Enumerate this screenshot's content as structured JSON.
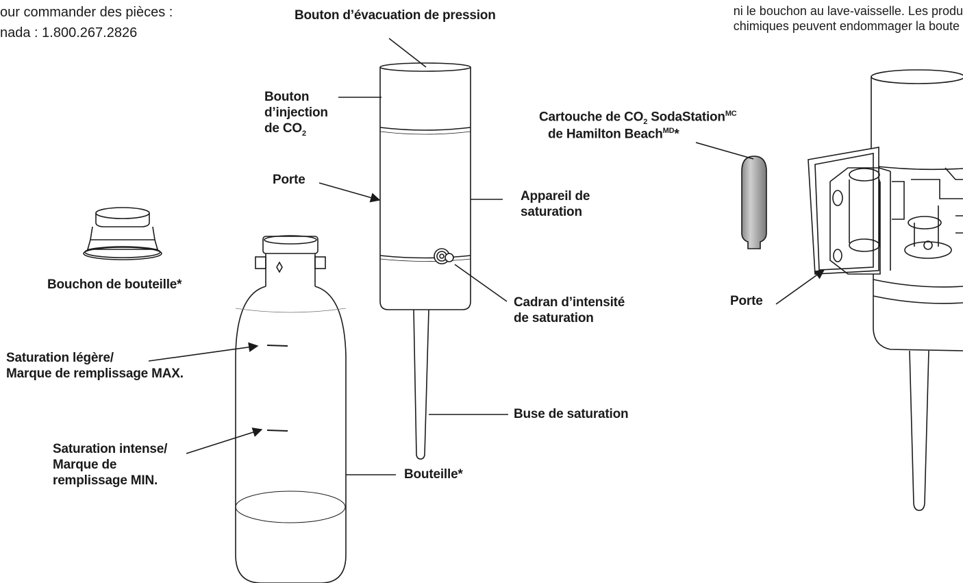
{
  "order_info": {
    "line1": "our commander des pièces :",
    "line2": "nada : 1.800.267.2826"
  },
  "notice": {
    "line1": "ni le bouchon au lave-vaisselle. Les produ",
    "line2": "chimiques peuvent endommager la boute"
  },
  "labels": {
    "pressure_release_button": "Bouton d’évacuation de pression",
    "co2_injection_button": [
      "Bouton",
      "d’injection",
      "de CO"
    ],
    "co2_sub": "2",
    "door_left": "Porte",
    "carbonator": [
      "Appareil de",
      "saturation"
    ],
    "intensity_dial": [
      "Cadran d’intensité",
      "de saturation"
    ],
    "nozzle": "Buse de saturation",
    "bottle": "Bouteille*",
    "bottle_cap": "Bouchon de bouteille*",
    "light_carbonation": [
      "Saturation légère/",
      "Marque de remplissage MAX."
    ],
    "intense_carbonation": [
      "Saturation intense/",
      "Marque de",
      "remplissage MIN."
    ],
    "cartridge_line1_a": "Cartouche de CO",
    "cartridge_line1_sub": "2",
    "cartridge_line1_b": " SodaStation",
    "cartridge_line1_sup": "MC",
    "cartridge_line2_a": "de Hamilton Beach",
    "cartridge_line2_sup": "MD",
    "cartridge_line2_b": "*",
    "door_right": "Porte"
  }
}
